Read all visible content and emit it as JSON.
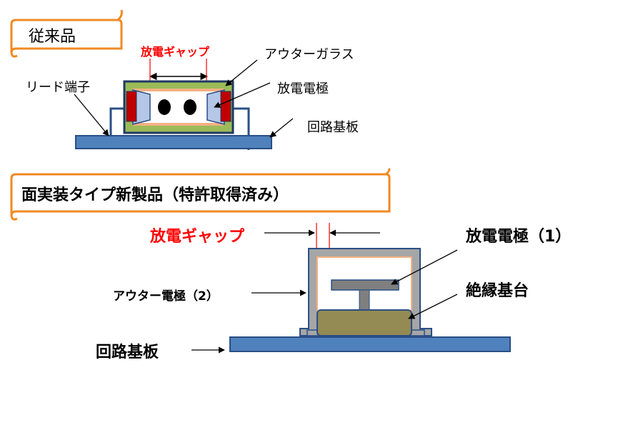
{
  "top_section": {
    "title": "従来品",
    "gap_label": "放電ギャップ",
    "outer_glass_label": "アウターガラス",
    "electrode_label": "放電電極",
    "lead_label": "リード端子",
    "board_label": "回路基板"
  },
  "bottom_section": {
    "title": "面実装タイプ新製品（特許取得済み）",
    "gap_label": "放電ギャップ",
    "electrode1_label": "放電電極（1）",
    "outer_electrode_label": "アウター電極（2）",
    "insulator_label": "絶縁基台",
    "board_label": "回路基板"
  },
  "colors": {
    "board_fill": "#4f81bd",
    "board_stroke": "#2a4f86",
    "banner_stroke": "#f08a24",
    "accent_red": "#ff0000",
    "glass_green": "#9bbb59",
    "electrode_red": "#c00000",
    "gray_metal": "#7f7f7f",
    "insulator_fill": "#948a54"
  }
}
